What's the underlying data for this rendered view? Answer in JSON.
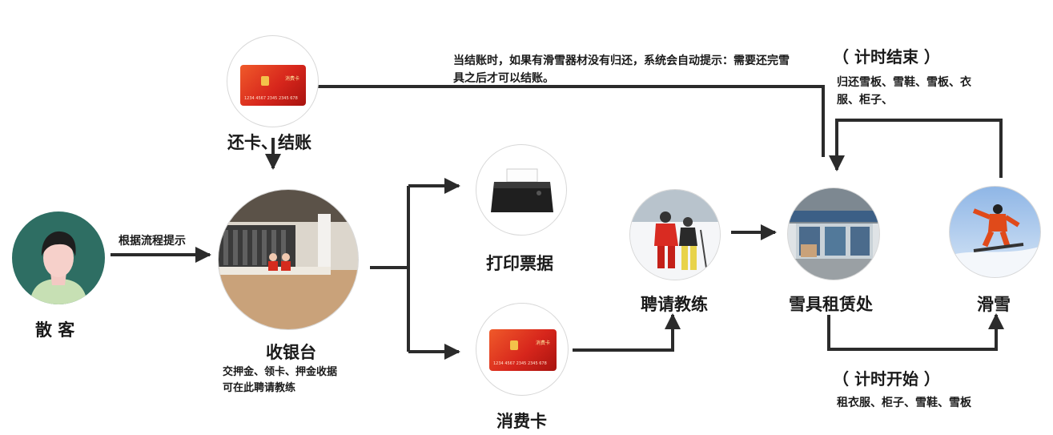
{
  "nodes": {
    "customer": "散 客",
    "return_card": "还卡、结账",
    "cashier": "收银台",
    "print_receipt": "打印票据",
    "consume_card": "消费卡",
    "coach": "聘请教练",
    "rental": "雪具租赁处",
    "ski": "滑雪"
  },
  "notes": {
    "flow_hint": "根据流程提示",
    "checkout_warning_1": "当结账时，如果有滑雪器材没有归还，系统会自动提示：需要还完雪",
    "checkout_warning_2": "具之后才可以结账。",
    "timer_end_title": "（ 计时结束 ）",
    "timer_end_1": "归还雪板、雪鞋、雪板、衣",
    "timer_end_2": "服、柜子、",
    "timer_start_title": "（ 计时开始 ）",
    "timer_start_detail": "租衣服、柜子、雪鞋、雪板",
    "cashier_detail_1": "交押金、领卡、押金收据",
    "cashier_detail_2": "可在此聘请教练"
  },
  "card": {
    "brand": "消费卡",
    "number": "1234 4567 2345 2345 678"
  },
  "colors": {
    "arrow": "#2b2b2b",
    "card_red": "#d7261c",
    "avatar_bg": "#2e6e63",
    "ski_jacket": "#e04a1a"
  }
}
